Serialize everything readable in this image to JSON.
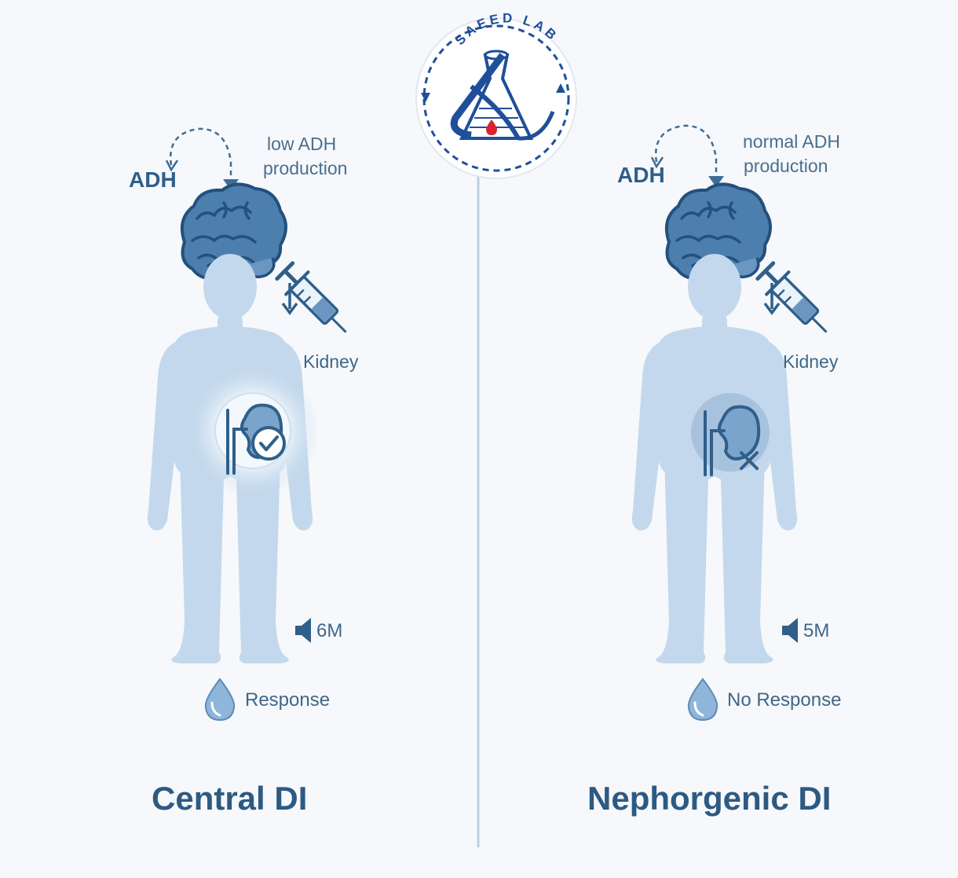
{
  "logo": {
    "text": "SAEED LAB"
  },
  "panels": [
    {
      "adh_label": "ADH",
      "production_line1": "low ADH",
      "production_line2": "production",
      "kidney_label": "Kidney",
      "kidney_status": "check",
      "dose_value": "6M",
      "response_label": "Response",
      "title": "Central DI"
    },
    {
      "adh_label": "ADH",
      "production_line1": "normal ADH",
      "production_line2": "production",
      "kidney_label": "Kidney",
      "kidney_status": "cross",
      "dose_value": "5M",
      "response_label": "No Response",
      "title": "Nephorgenic DI"
    }
  ],
  "colors": {
    "body": "#c3d8ec",
    "dark_blue": "#2f5f8a",
    "icon_blue": "#3d6d97",
    "divider": "#b9cfe2",
    "logo_blue": "#1f4f9a",
    "logo_red": "#d9242c"
  },
  "icons": [
    "brain-icon",
    "syringe-icon",
    "down-arrow-icon",
    "kidney-icon",
    "check-icon",
    "cross-icon",
    "speaker-icon",
    "water-drop-icon",
    "cycle-arrow-icon"
  ]
}
